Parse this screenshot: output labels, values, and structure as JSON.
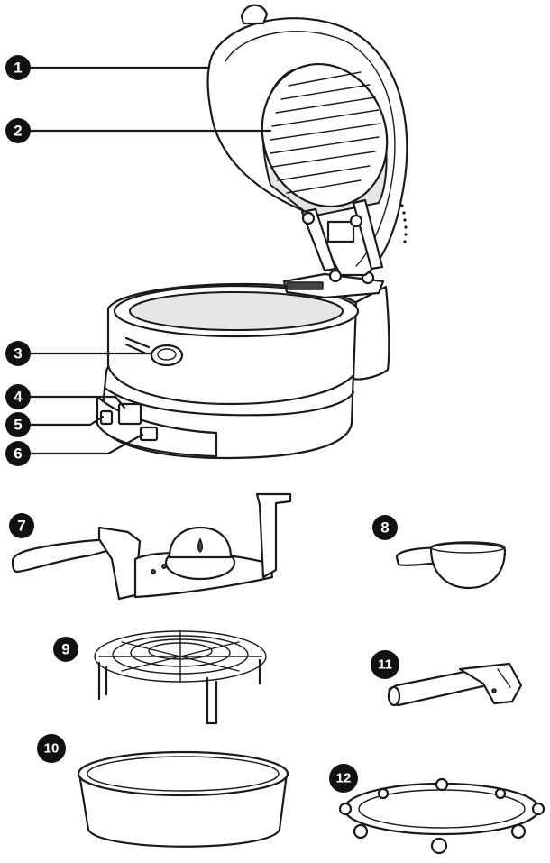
{
  "callouts": [
    {
      "id": "1",
      "label": "1"
    },
    {
      "id": "2",
      "label": "2"
    },
    {
      "id": "3",
      "label": "3"
    },
    {
      "id": "4",
      "label": "4"
    },
    {
      "id": "5",
      "label": "5"
    },
    {
      "id": "6",
      "label": "6"
    },
    {
      "id": "7",
      "label": "7"
    },
    {
      "id": "8",
      "label": "8"
    },
    {
      "id": "9",
      "label": "9"
    },
    {
      "id": "10",
      "label": "10"
    },
    {
      "id": "11",
      "label": "11"
    },
    {
      "id": "12",
      "label": "12"
    }
  ],
  "colors": {
    "line": "#1a1a1a",
    "badge": "#111111",
    "fill_light": "#e6e6e6"
  }
}
